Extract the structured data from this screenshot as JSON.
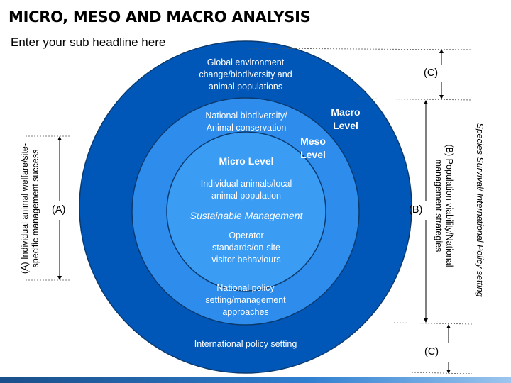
{
  "title": "MICRO, MESO AND MACRO ANALYSIS",
  "subtitle": "Enter your sub headline here",
  "colors": {
    "macro": "#0057b8",
    "meso": "#2d8cec",
    "micro": "#3b9cf4",
    "ring_stroke": "#0b3a6e",
    "background": "#ffffff"
  },
  "macro": {
    "label": "Macro\nLevel",
    "top_text": "Global environment\nchange/biodiversity and\nanimal populations",
    "bottom_text": "International policy setting"
  },
  "meso": {
    "label": "Meso\nLevel",
    "top_text": "National biodiversity/\nAnimal conservation",
    "bottom_text": "National policy\nsetting/management\napproaches"
  },
  "micro": {
    "label": "Micro Level",
    "top_text": "Individual animals/local\nanimal population",
    "middle_text": "Sustainable Management",
    "bottom_text": "Operator\nstandards/on-site\nvisitor behaviours"
  },
  "brackets": {
    "a_label": "(A)",
    "b_label": "(B)",
    "c_top_label": "(C)",
    "c_bottom_label": "(C)"
  },
  "side_notes": {
    "left": "(A) Individual animal welfare/site-\nspecific management success",
    "right_inner": "(B) Population viability/National\nmanagement strategies",
    "right_outer": "Species Survival/ International Policy setting"
  }
}
